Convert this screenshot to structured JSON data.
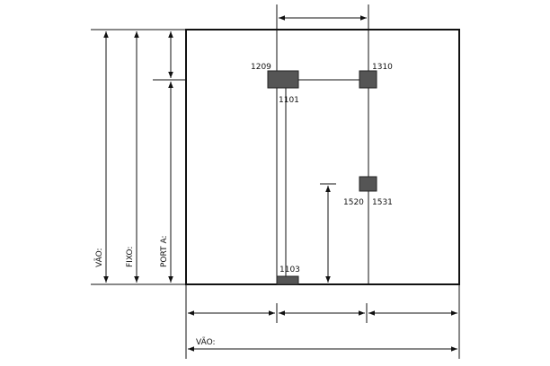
{
  "labels": {
    "p1209": "1209",
    "p1310": "1310",
    "p1101": "1101",
    "p1520": "1520",
    "p1531": "1531",
    "p1103": "1103",
    "vao_vertical": "VÃO:",
    "fixo_vertical": "FIXO:",
    "porta_vertical": "PORT A:",
    "vao_horizontal": "VÃO:"
  },
  "colors": {
    "line": "#111111",
    "hardware": "#555555"
  }
}
